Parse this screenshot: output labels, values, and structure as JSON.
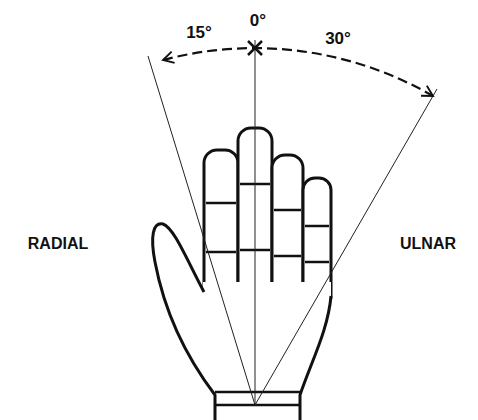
{
  "diagram": {
    "labels": [
      "15°",
      "0°",
      "30°",
      "RADIAL",
      "ULNAR"
    ]
  }
}
